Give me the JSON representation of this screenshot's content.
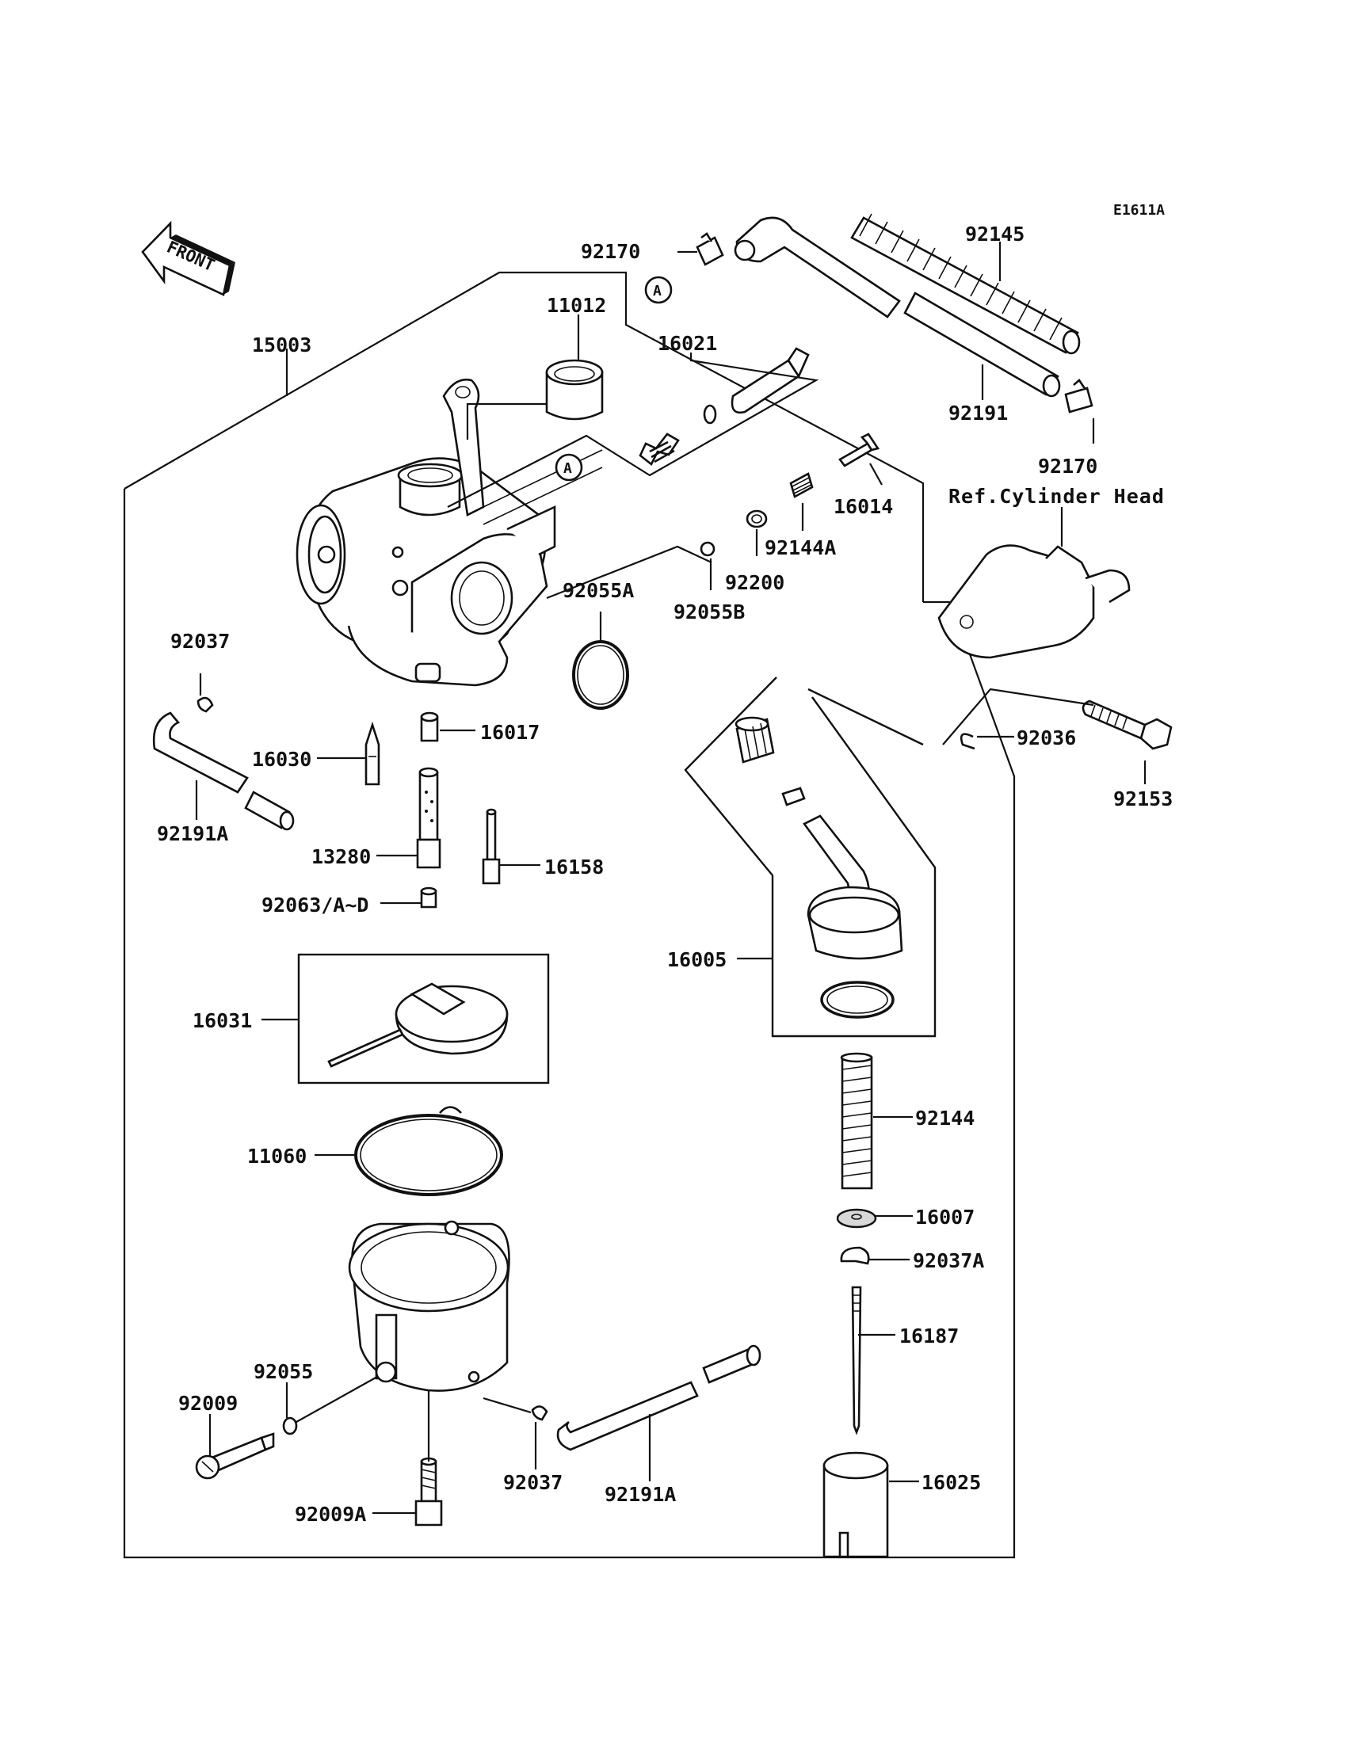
{
  "diagram_code": "E1611A",
  "front_label": "FRONT",
  "reference_label": "Ref.Cylinder Head",
  "circle_marker": "A",
  "parts": [
    {
      "id": "p-92170-top",
      "number": "92170"
    },
    {
      "id": "p-92145",
      "number": "92145"
    },
    {
      "id": "p-11012",
      "number": "11012"
    },
    {
      "id": "p-15003",
      "number": "15003"
    },
    {
      "id": "p-16021",
      "number": "16021"
    },
    {
      "id": "p-92191",
      "number": "92191"
    },
    {
      "id": "p-92170-right",
      "number": "92170"
    },
    {
      "id": "p-16014",
      "number": "16014"
    },
    {
      "id": "p-92144a",
      "number": "92144A"
    },
    {
      "id": "p-92200",
      "number": "92200"
    },
    {
      "id": "p-92055a",
      "number": "92055A"
    },
    {
      "id": "p-92055b",
      "number": "92055B"
    },
    {
      "id": "p-92037-left",
      "number": "92037"
    },
    {
      "id": "p-16017",
      "number": "16017"
    },
    {
      "id": "p-16030",
      "number": "16030"
    },
    {
      "id": "p-92036",
      "number": "92036"
    },
    {
      "id": "p-92153",
      "number": "92153"
    },
    {
      "id": "p-92191a-left",
      "number": "92191A"
    },
    {
      "id": "p-13280",
      "number": "13280"
    },
    {
      "id": "p-16158",
      "number": "16158"
    },
    {
      "id": "p-92063",
      "number": "92063/A~D"
    },
    {
      "id": "p-16005",
      "number": "16005"
    },
    {
      "id": "p-16031",
      "number": "16031"
    },
    {
      "id": "p-92144",
      "number": "92144"
    },
    {
      "id": "p-11060",
      "number": "11060"
    },
    {
      "id": "p-16007",
      "number": "16007"
    },
    {
      "id": "p-92037a",
      "number": "92037A"
    },
    {
      "id": "p-16187",
      "number": "16187"
    },
    {
      "id": "p-92055",
      "number": "92055"
    },
    {
      "id": "p-92009",
      "number": "92009"
    },
    {
      "id": "p-16025",
      "number": "16025"
    },
    {
      "id": "p-92037-bottom",
      "number": "92037"
    },
    {
      "id": "p-92191a-bottom",
      "number": "92191A"
    },
    {
      "id": "p-92009a",
      "number": "92009A"
    }
  ]
}
